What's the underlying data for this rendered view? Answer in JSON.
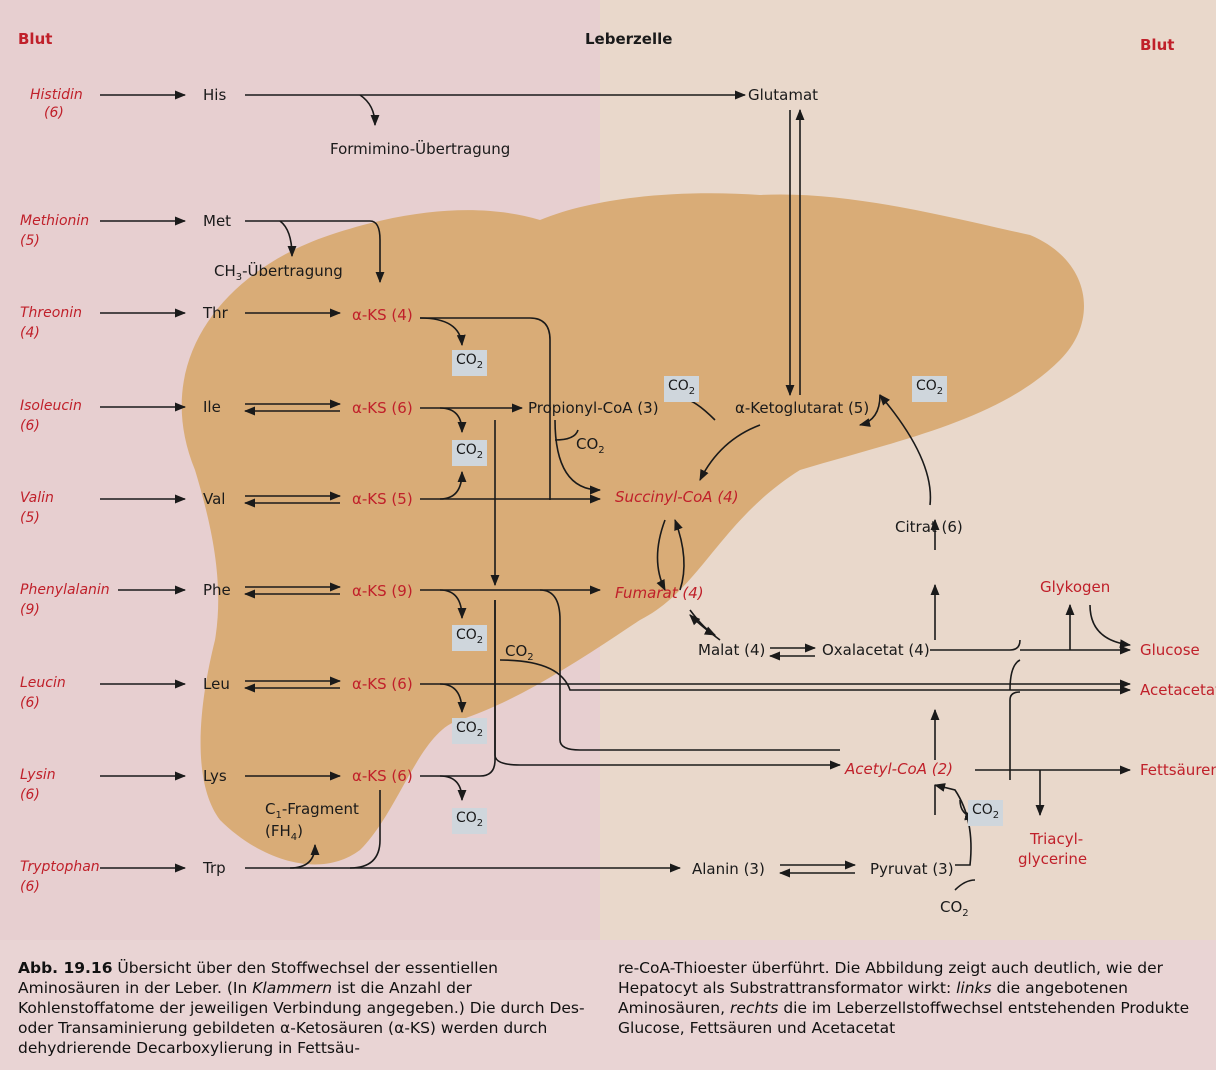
{
  "header": {
    "blood_left": "Blut",
    "title": "Leberzelle",
    "blood_right": "Blut"
  },
  "amino_acids": [
    {
      "name": "Histidin",
      "count": "(6)",
      "abbr": "His"
    },
    {
      "name": "Methionin",
      "count": "(5)",
      "abbr": "Met"
    },
    {
      "name": "Threonin",
      "count": "(4)",
      "abbr": "Thr"
    },
    {
      "name": "Isoleucin",
      "count": "(6)",
      "abbr": "Ile"
    },
    {
      "name": "Valin",
      "count": "(5)",
      "abbr": "Val"
    },
    {
      "name": "Phenylalanin",
      "count": "(9)",
      "abbr": "Phe"
    },
    {
      "name": "Leucin",
      "count": "(6)",
      "abbr": "Leu"
    },
    {
      "name": "Lysin",
      "count": "(6)",
      "abbr": "Lys"
    },
    {
      "name": "Tryptophan",
      "count": "(6)",
      "abbr": "Trp"
    }
  ],
  "keto_acids": {
    "thr": "α-KS (4)",
    "ile": "α-KS (6)",
    "val": "α-KS (5)",
    "phe": "α-KS (9)",
    "leu": "α-KS (6)",
    "lys": "α-KS (6)"
  },
  "intermediates": {
    "glutamat": "Glutamat",
    "formimino": "Formimino-Übertragung",
    "ch3": "CH",
    "ch3_sub": "3",
    "ch3_rest": "-Übertragung",
    "propionyl": "Propionyl-CoA (3)",
    "ketoglutarat": "α-Ketoglutarat (5)",
    "succinyl": "Succinyl-CoA (4)",
    "citrat": "Citrat (6)",
    "fumarat": "Fumarat (4)",
    "malat": "Malat (4)",
    "oxalacetat": "Oxalacetat (4)",
    "acetyl": "Acetyl-CoA (2)",
    "alanin": "Alanin (3)",
    "pyruvat": "Pyruvat (3)",
    "c1_fragment": "C",
    "c1_sub": "1",
    "c1_rest": "-Fragment",
    "fh4": "(FH",
    "fh4_sub": "4",
    "fh4_end": ")",
    "glykogen": "Glykogen",
    "triacyl": "Triacyl-",
    "glycerine": "glycerine",
    "co2": "CO",
    "co2_sub": "2"
  },
  "products": {
    "glucose": "Glucose",
    "acetacetat": "Acetacetat",
    "fettsaeuren": "Fettsäuren"
  },
  "caption": {
    "label": "Abb. 19.16",
    "left_1": " Übersicht über den Stoffwechsel der essentiellen Aminosäuren in der Leber. (In ",
    "left_klammern": "Klammern",
    "left_2": " ist die Anzahl der Kohlenstoffatome der jeweiligen Verbindung angegeben.) Die durch Des- oder Transaminierung gebildeten α-Ketosäuren (α-KS) werden durch dehydrierende Decarboxylierung in Fettsäu-",
    "right_1": "re-CoA-Thioester überführt. Die Abbildung zeigt auch deutlich, wie der Hepatocyt als Substrattransformator wirkt: ",
    "right_links": "links",
    "right_2": " die angebotenen Aminosäuren, ",
    "right_rechts": "rechts",
    "right_3": " die im Leberzellstoffwechsel entstehenden Produkte Glucose, Fettsäuren und Acetacetat"
  },
  "colors": {
    "background": "#e9d4d4",
    "liver": "#d8aa72",
    "accent_red": "#c0202a",
    "co2_box": "#cfd6dc"
  }
}
